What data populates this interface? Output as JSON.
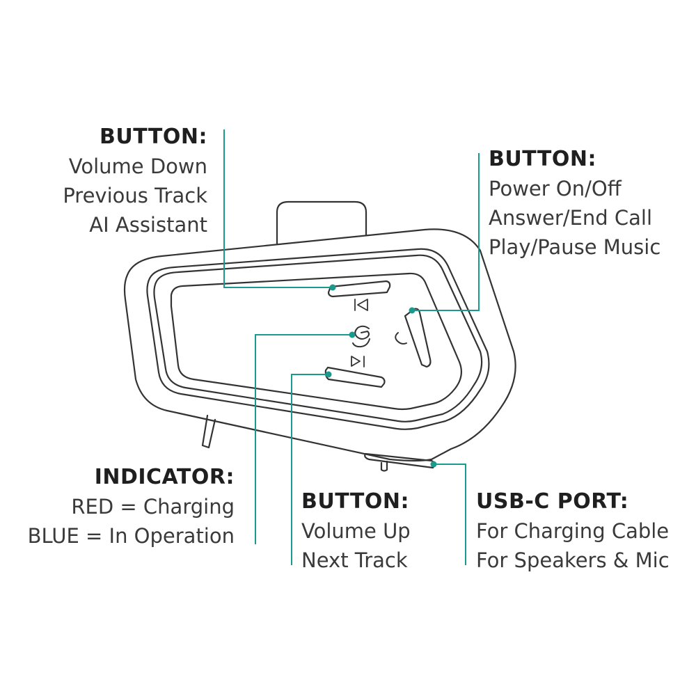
{
  "colors": {
    "leader": "#1a9a8c",
    "outline": "#333333",
    "text": "#3a3a3a"
  },
  "callouts": {
    "volume_down": {
      "heading": "BUTTON:",
      "lines": [
        "Volume Down",
        "Previous Track",
        "AI Assistant"
      ]
    },
    "power": {
      "heading": "BUTTON:",
      "lines": [
        "Power On/Off",
        "Answer/End Call",
        "Play/Pause Music"
      ]
    },
    "indicator": {
      "heading": "INDICATOR:",
      "lines": [
        "RED = Charging",
        "BLUE = In Operation"
      ]
    },
    "volume_up": {
      "heading": "BUTTON:",
      "lines": [
        "Volume Up",
        "Next Track"
      ]
    },
    "usb": {
      "heading": "USB-C PORT:",
      "lines": [
        "For Charging Cable",
        "For Speakers & Mic"
      ]
    }
  },
  "icons": {
    "previous": "previous-track-icon",
    "next": "next-play-pause-icon",
    "call": "phone-handset-icon",
    "ai": "ai-assistant-icon"
  }
}
